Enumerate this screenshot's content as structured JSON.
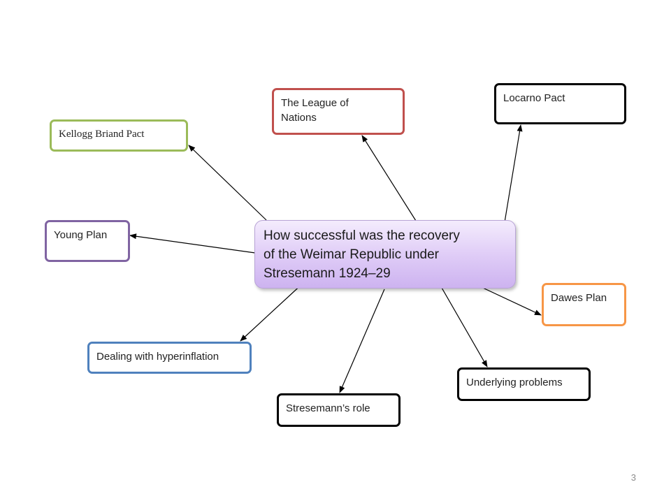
{
  "diagram": {
    "center": {
      "lines": [
        "How successful was  the recovery",
        "of the Weimar Republic under",
        "Stresemann 1924–29"
      ],
      "border_color": "#b8a4d6",
      "fill_color": "#dcc8f5"
    },
    "nodes": [
      {
        "id": "league-of-nations",
        "lines": [
          "The  League of",
          "Nations"
        ],
        "border_color": "#c0504d"
      },
      {
        "id": "locarno-pact",
        "lines": [
          "Locarno Pact"
        ],
        "border_color": "#000000"
      },
      {
        "id": "kellogg-briand-pact",
        "lines": [
          "Kellogg Briand Pact"
        ],
        "border_color": "#9bbb59"
      },
      {
        "id": "young-plan",
        "lines": [
          "Young Plan"
        ],
        "border_color": "#8064a2"
      },
      {
        "id": "dawes-plan",
        "lines": [
          "Dawes Plan"
        ],
        "border_color": "#f79646"
      },
      {
        "id": "dealing-with-hyperinflation",
        "lines": [
          "Dealing with hyperinflation"
        ],
        "border_color": "#4f81bd"
      },
      {
        "id": "underlying-problems",
        "lines": [
          "Underlying problems"
        ],
        "border_color": "#000000"
      },
      {
        "id": "stresemanns-role",
        "lines": [
          "Stresemann’s role"
        ],
        "border_color": "#000000"
      }
    ],
    "arrow_color": "#000000"
  },
  "page_number": "3"
}
